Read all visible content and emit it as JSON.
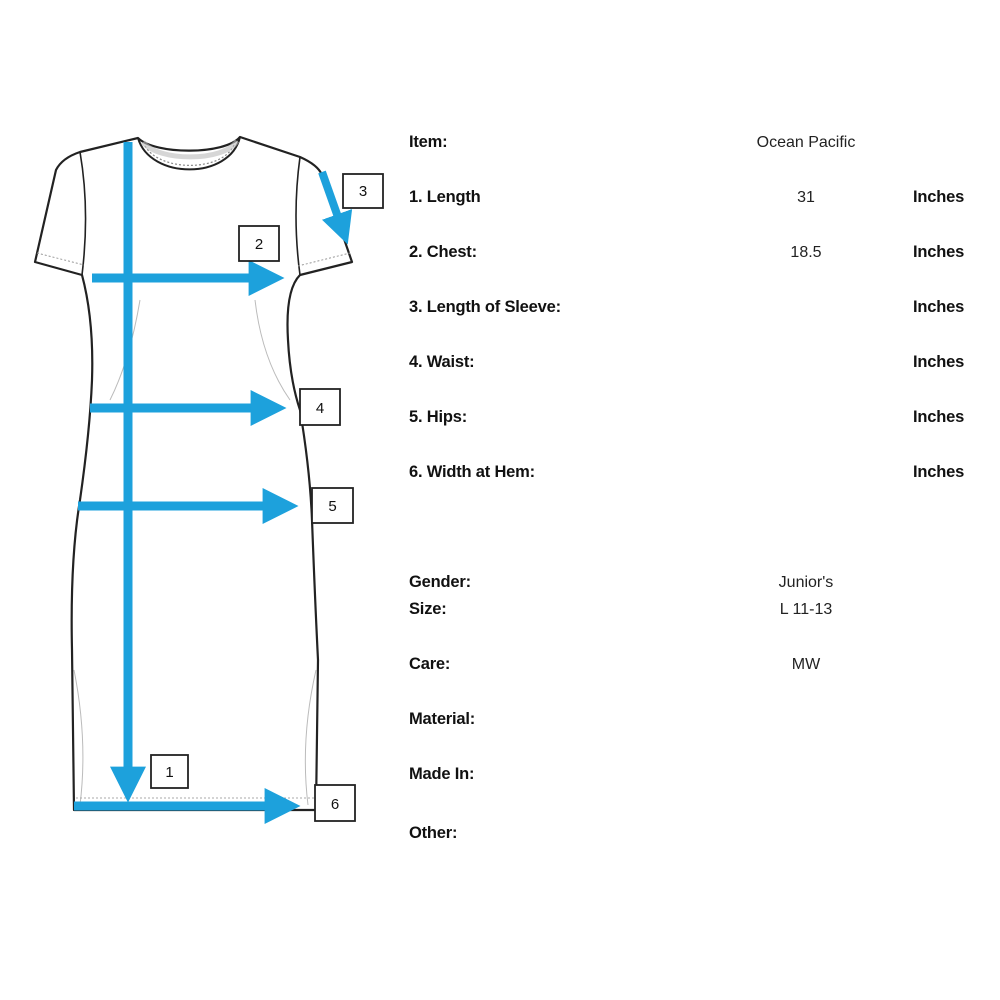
{
  "callouts": [
    "1",
    "2",
    "3",
    "4",
    "5",
    "6"
  ],
  "measurements": [
    {
      "label": "1. Length",
      "value": "31",
      "unit": "Inches"
    },
    {
      "label": "2. Chest:",
      "value": "18.5",
      "unit": "Inches"
    },
    {
      "label": "3. Length of Sleeve:",
      "value": "",
      "unit": "Inches"
    },
    {
      "label": "4. Waist:",
      "value": "",
      "unit": "Inches"
    },
    {
      "label": "5. Hips:",
      "value": "",
      "unit": "Inches"
    },
    {
      "label": "6. Width at Hem:",
      "value": "",
      "unit": "Inches"
    }
  ],
  "item": {
    "label": "Item:",
    "value": "Ocean Pacific"
  },
  "details": [
    {
      "label": "Gender:",
      "value": "Junior's"
    },
    {
      "label": "Size:",
      "value": "L 11-13"
    },
    {
      "label": "Care:",
      "value": "MW"
    },
    {
      "label": "Material:",
      "value": ""
    },
    {
      "label": "Made In:",
      "value": ""
    },
    {
      "label": "Other:",
      "value": ""
    }
  ],
  "colors": {
    "arrow": "#1da1dc",
    "outline": "#222222",
    "stitch": "#9a9a9a"
  }
}
